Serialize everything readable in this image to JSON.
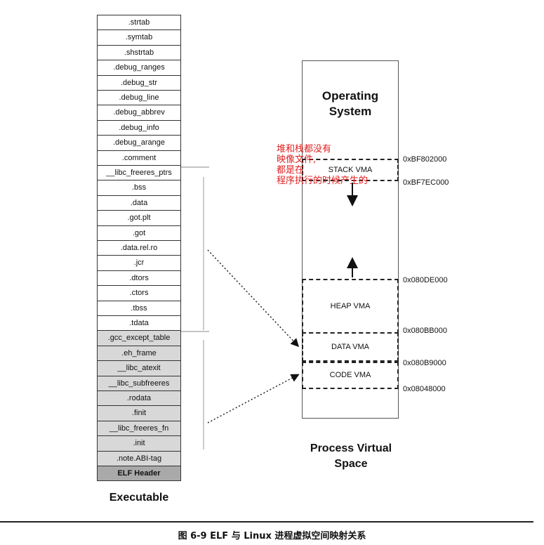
{
  "sections": [
    {
      "label": ".strtab",
      "shade": "white"
    },
    {
      "label": ".symtab",
      "shade": "white"
    },
    {
      "label": ".shstrtab",
      "shade": "white"
    },
    {
      "label": ".debug_ranges",
      "shade": "white"
    },
    {
      "label": ".debug_str",
      "shade": "white"
    },
    {
      "label": ".debug_line",
      "shade": "white"
    },
    {
      "label": ".debug_abbrev",
      "shade": "white"
    },
    {
      "label": ".debug_info",
      "shade": "white"
    },
    {
      "label": ".debug_arange",
      "shade": "white"
    },
    {
      "label": ".comment",
      "shade": "white"
    },
    {
      "label": "__libc_freeres_ptrs",
      "shade": "white"
    },
    {
      "label": ".bss",
      "shade": "white"
    },
    {
      "label": ".data",
      "shade": "white"
    },
    {
      "label": ".got.plt",
      "shade": "white"
    },
    {
      "label": ".got",
      "shade": "white"
    },
    {
      "label": ".data.rel.ro",
      "shade": "white"
    },
    {
      "label": ".jcr",
      "shade": "white"
    },
    {
      "label": ".dtors",
      "shade": "white"
    },
    {
      "label": ".ctors",
      "shade": "white"
    },
    {
      "label": ".tbss",
      "shade": "white"
    },
    {
      "label": ".tdata",
      "shade": "white"
    },
    {
      "label": ".gcc_except_table",
      "shade": "gray"
    },
    {
      "label": ".eh_frame",
      "shade": "gray"
    },
    {
      "label": "__libc_atexit",
      "shade": "gray"
    },
    {
      "label": "__libc_subfreeres",
      "shade": "gray"
    },
    {
      "label": ".rodata",
      "shade": "gray"
    },
    {
      "label": ".finit",
      "shade": "gray"
    },
    {
      "label": "__libc_freeres_fn",
      "shade": "gray"
    },
    {
      "label": ".init",
      "shade": "gray"
    },
    {
      "label": ".note.ABI-tag",
      "shade": "gray"
    },
    {
      "label": "ELF Header",
      "shade": "dark"
    }
  ],
  "executable_label": "Executable",
  "process_space": {
    "os_line1": "Operating",
    "os_line2": "System",
    "stack_vma": "STACK VMA",
    "heap_vma": "HEAP VMA",
    "data_vma": "DATA VMA",
    "code_vma": "CODE VMA",
    "title_line1": "Process Virtual",
    "title_line2": "Space"
  },
  "addresses": {
    "stack_top": "0xBF802000",
    "stack_bottom": "0xBF7EC000",
    "heap_top": "0x080DE000",
    "data_top": "0x080BB000",
    "code_top": "0x080B9000",
    "code_bottom": "0x08048000"
  },
  "annotation": {
    "line1": "堆和栈都没有",
    "line2": "映像文件,",
    "line3": "都是在",
    "line4": "程序执行的时候产生的"
  },
  "caption": "图 6-9   ELF 与 Linux 进程虚拟空间映射关系"
}
